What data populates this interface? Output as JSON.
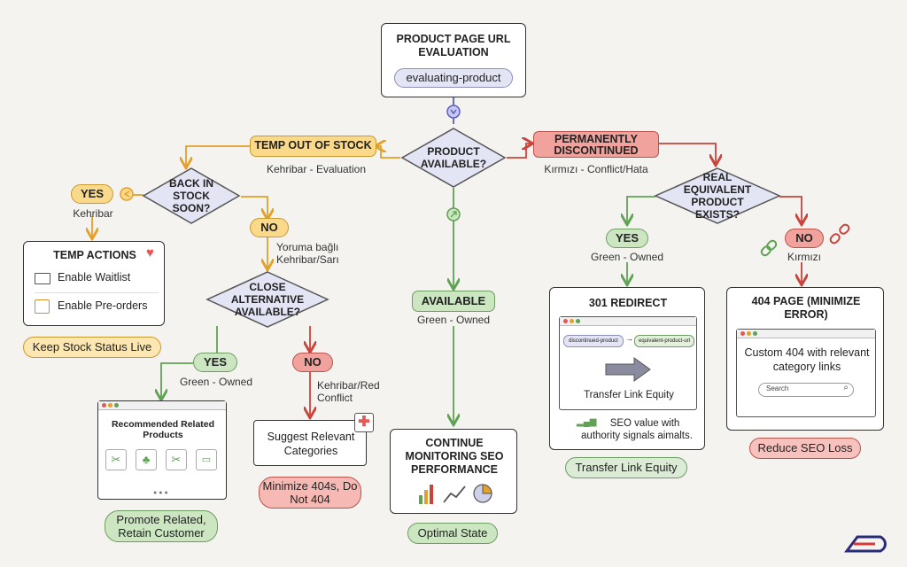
{
  "colors": {
    "orange": "#e3a02a",
    "red": "#c9433b",
    "green": "#5fa253",
    "blue": "#5a5fc4",
    "pink": "#e45858"
  },
  "start": {
    "title": "PRODUCT PAGE URL EVALUATION",
    "tag": "evaluating-product"
  },
  "decision_main": {
    "text": "PRODUCT AVAILABLE?"
  },
  "temp": {
    "label": "TEMP OUT OF STOCK",
    "sub": "Kehribar - Evaluation"
  },
  "perm": {
    "label": "PERMANENTLY DISCONTINUED",
    "sub": "Kırmızı - Conflict/Hata"
  },
  "available": {
    "label": "AVAILABLE",
    "sub": "Green - Owned"
  },
  "back_in_stock": {
    "text": "BACK IN STOCK SOON?",
    "yes": "YES",
    "yes_sub": "Kehribar",
    "no": "NO",
    "no_sub": "Yoruma bağlı Kehribar/Sarı"
  },
  "temp_actions": {
    "title": "TEMP ACTIONS",
    "items": [
      "Enable Waitlist",
      "Enable Pre-orders"
    ],
    "footer": "Keep Stock Status Live"
  },
  "close_alt": {
    "text": "CLOSE ALTERNATIVE AVAILABLE?",
    "yes": "YES",
    "yes_sub": "Green - Owned",
    "no": "NO",
    "no_sub": "Kehribar/Red Conflict"
  },
  "related": {
    "title": "Recommended Related Products",
    "footer": "Promote Related, Retain Customer"
  },
  "suggest": {
    "text": "Suggest Relevant Categories",
    "footer": "Minimize 404s, Do Not 404"
  },
  "monitor": {
    "title": "CONTINUE MONITORING SEO PERFORMANCE",
    "footer": "Optimal State"
  },
  "real_eq": {
    "text": "REAL EQUIVALENT PRODUCT EXISTS?",
    "yes": "YES",
    "yes_sub": "Green - Owned",
    "no": "NO",
    "no_sub": "Kırmızı"
  },
  "redirect": {
    "title": "301 REDIRECT",
    "from": "discontinued-product",
    "to": "equivalent-product-url",
    "caption": "Transfer Link Equity",
    "note": "SEO value with authority signals aimalts.",
    "footer": "Transfer Link Equity"
  },
  "page404": {
    "title": "404 PAGE (MINIMIZE ERROR)",
    "text": "Custom 404 with relevant category links",
    "search": "Search",
    "footer": "Reduce SEO Loss"
  }
}
